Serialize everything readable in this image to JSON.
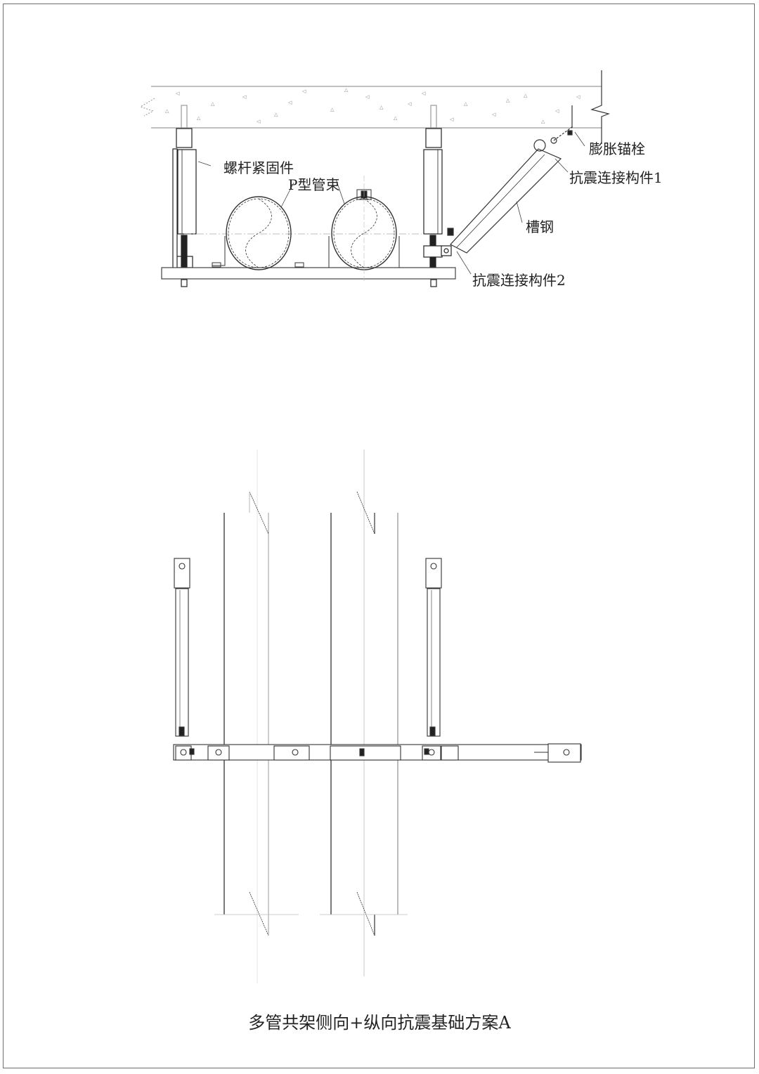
{
  "drawing": {
    "title": "多管共架侧向+纵向抗震基础方案A",
    "side_view": {
      "labels": {
        "expansion_anchor": "膨胀锚栓",
        "seismic_connector_1": "抗震连接构件1",
        "rod_fastener": "螺杆紧固件",
        "p_clamp": "P型管束",
        "channel_steel": "槽钢",
        "seismic_connector_2": "抗震连接构件2"
      }
    },
    "plan_view": {
      "pipe_count": 2,
      "hanger_count": 2
    },
    "colors": {
      "line": "#222222",
      "thin_line": "#9a9a9a",
      "frame": "#6e6e6e",
      "background": "#ffffff"
    }
  }
}
